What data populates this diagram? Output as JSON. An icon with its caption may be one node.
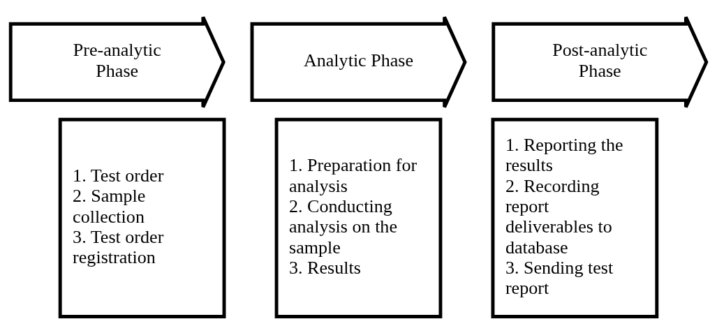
{
  "diagram": {
    "nodes": [
      {
        "text": [
          "Pre-analytic Phase"
        ]
      },
      {
        "text": [
          "Analytic Phase"
        ]
      },
      {
        "text": [
          "Post-analytic Phase"
        ]
      },
      {
        "text": [
          "1. Test order",
          "2. Sample collection",
          "3. Test order registration"
        ]
      },
      {
        "text": [
          "1. Preparation for analysis",
          "2. Conducting analysis on the sample",
          "3. Results"
        ]
      },
      {
        "text": [
          "1. Reporting the results",
          "2. Recording report deliverables to database",
          "3. Sending test report"
        ]
      }
    ],
    "edges": []
  }
}
